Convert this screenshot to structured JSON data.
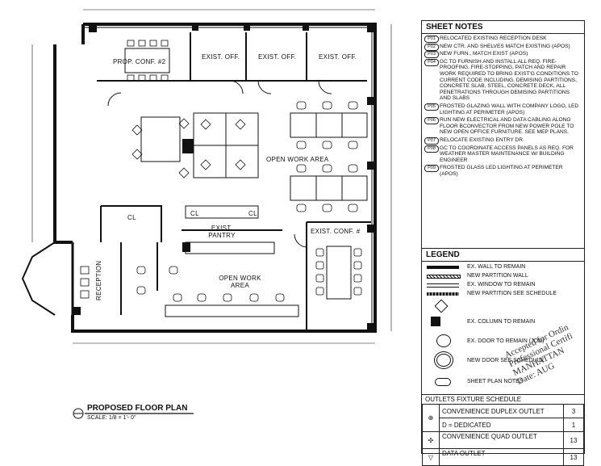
{
  "plan": {
    "rooms": {
      "prop_conf": "PROP. CONF. #2",
      "exist_off_1": "EXIST. OFF.",
      "exist_off_2": "EXIST. OFF.",
      "exist_off_3": "EXIST. OFF.",
      "open_work_1": "OPEN WORK AREA",
      "open_work_2": "OPEN WORK AREA",
      "exist_pantry": "EXIST. PANTRY",
      "exist_conf": "EXIST. CONF. #",
      "reception": "RECEPTION",
      "cl_1": "CL",
      "cl_2": "CL",
      "cl_3": "CL"
    },
    "title": "PROPOSED FLOOR PLAN",
    "scale": "SCALE: 1/8 = 1'- 0\""
  },
  "sheet_notes": {
    "title": "SHEET NOTES",
    "items": [
      {
        "tag": "P01",
        "text": "RELOCATED EXISTING RECEPTION DESK"
      },
      {
        "tag": "P02",
        "text": "NEW CTR. AND SHELVES MATCH EXISTING (APOS)"
      },
      {
        "tag": "P03",
        "text": "NEW FURN., MATCH EXIST (APOS)"
      },
      {
        "tag": "P04",
        "text": "GC TO FURNISH AND INSTALL ALL REQ. FIRE-PROOFING, FIRE-STOPPING, PATCH AND REPAIR WORK REQUIRED TO BRING EXIST'G CONDITIONS TO CURRENT CODE INCLUDING, DEMISING PARTITIONS, CONCRETE SLAB, STEEL, CONCRETE DECK, ALL PENETRATIONS THROUGH DEMISING PARTITIONS AND SLABS"
      },
      {
        "tag": "P05",
        "text": "FROSTED GLAZING WALL WITH COMPANY LOGO, LED LIGHTING AT PERIMETER (APOS)"
      },
      {
        "tag": "P06",
        "text": "RUN NEW ELECTRICAL AND DATA CABLING ALONG FLOOR BCONVECTOR FROM NEW POWER POLE TO NEW OPEN OFFICE FURNITURE. SEE MEP PLANS."
      },
      {
        "tag": "P07",
        "text": "RELOCATE EXISTING ENTRY DR."
      },
      {
        "tag": "P08",
        "text": "GC TO COORDINATE ACCESS PANELS AS REQ. FOR WEATHER MASTER MAINTENANCE W/ BUILDING ENGINEER"
      },
      {
        "tag": "P09",
        "text": "FROSTED GLASS LED LIGHTING AT PERIMETER (APOS)"
      }
    ]
  },
  "legend": {
    "title": "LEGEND",
    "items": [
      "EX. WALL TO REMAIN",
      "NEW PARTITION WALL",
      "EX. WINDOW TO REMAIN",
      "NEW PARTITION SEE SCHEDULE",
      "EX. COLUMN TO REMAIN",
      "EX. DOOR TO REMAIN (JON)",
      "NEW DOOR SEE SCHEDULE",
      "SHEET PLAN NOTES"
    ]
  },
  "outlets": {
    "title": "OUTLETS FIXTURE SCHEDULE",
    "rows": [
      {
        "label": "CONVENIENCE DUPLEX OUTLET",
        "count": "3"
      },
      {
        "label": "D = DEDICATED",
        "count": "1"
      },
      {
        "label": "CONVENIENCE QUAD OUTLET",
        "count": "13"
      },
      {
        "label": "DATA OUTLET",
        "count": "13"
      }
    ]
  },
  "stamp": {
    "line1": "Accepted for Ordin",
    "line2": "Professional Certifi",
    "line3": "MANHATTAN",
    "line4": "Date: AUG"
  }
}
